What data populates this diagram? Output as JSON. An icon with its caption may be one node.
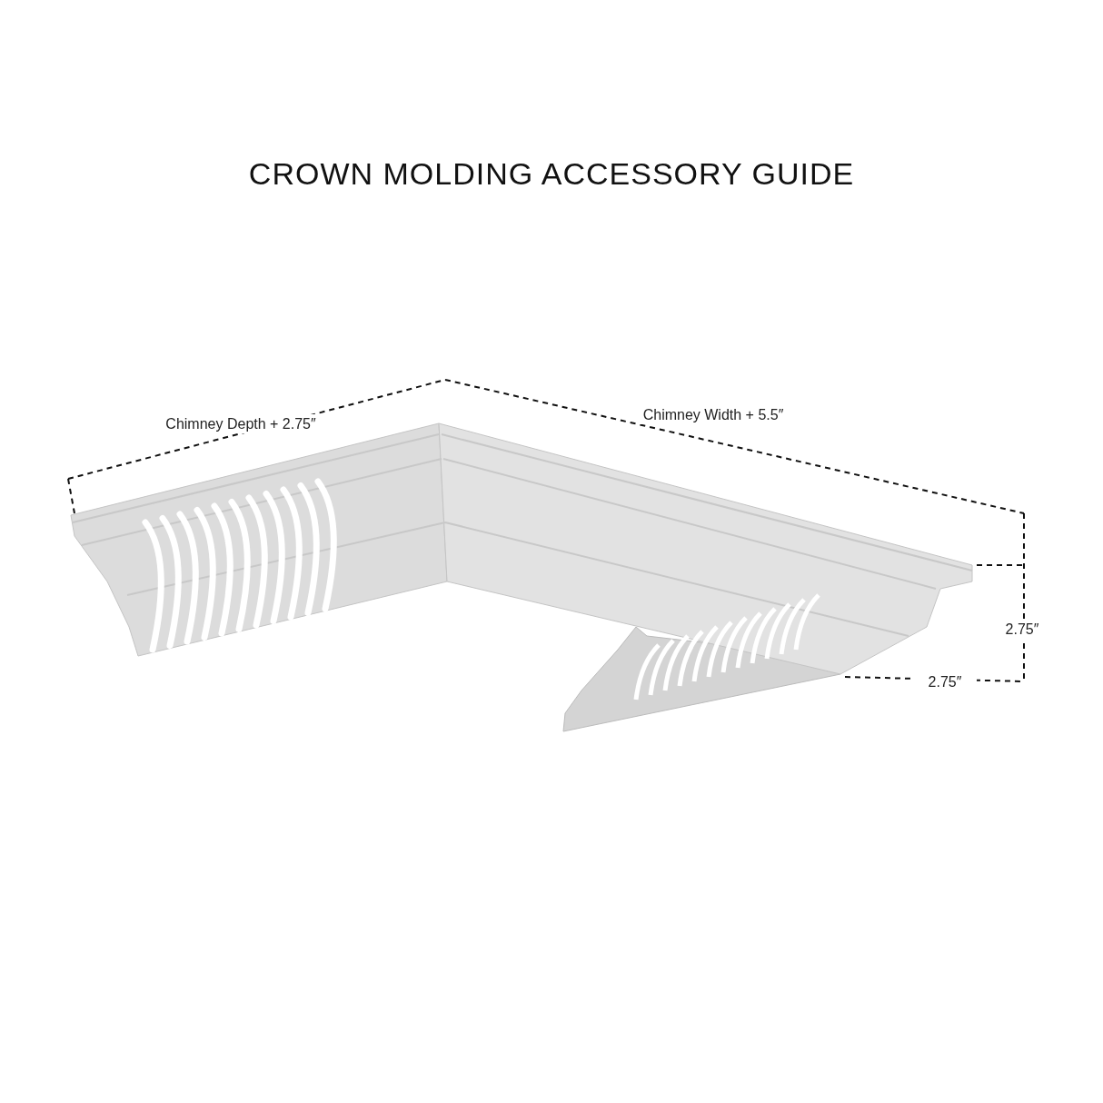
{
  "diagram": {
    "title": "CROWN MOLDING ACCESSORY GUIDE",
    "labels": [
      "Chimney Depth + 2.75″",
      "Chimney Width + 5.5″",
      "2.75″",
      "2.75″"
    ]
  }
}
